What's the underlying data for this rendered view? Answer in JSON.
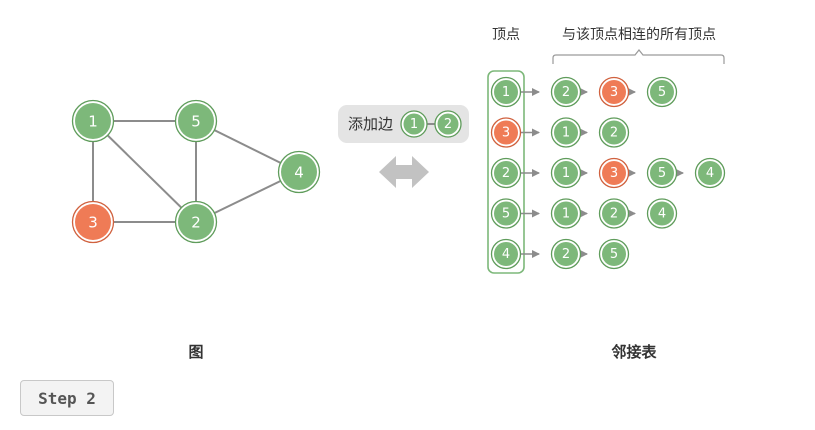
{
  "colors": {
    "node_fill": "#7db87a",
    "node_ring": "#5f9c5b",
    "highlight_fill": "#ef7b56",
    "highlight_ring": "#d0613e",
    "edge": "#8c8c8c",
    "op_bg": "#e4e4e4",
    "double_arrow": "#c2c2c2",
    "bracket": "#7db87a",
    "text_on_node": "#ffffff"
  },
  "graph": {
    "nodes": [
      {
        "id": "1",
        "highlight": false
      },
      {
        "id": "5",
        "highlight": false
      },
      {
        "id": "4",
        "highlight": false
      },
      {
        "id": "3",
        "highlight": true
      },
      {
        "id": "2",
        "highlight": false
      }
    ],
    "edges": [
      [
        "1",
        "5"
      ],
      [
        "1",
        "3"
      ],
      [
        "1",
        "2"
      ],
      [
        "5",
        "2"
      ],
      [
        "5",
        "4"
      ],
      [
        "3",
        "2"
      ],
      [
        "2",
        "4"
      ]
    ]
  },
  "operation": {
    "label": "添加边",
    "from": "1",
    "to": "2"
  },
  "adjacency": {
    "header_vertex": "顶点",
    "header_neighbors": "与该顶点相连的所有顶点",
    "rows": [
      {
        "vertex": "1",
        "highlight": false,
        "neighbors": [
          {
            "id": "2",
            "highlight": false
          },
          {
            "id": "3",
            "highlight": true
          },
          {
            "id": "5",
            "highlight": false
          }
        ]
      },
      {
        "vertex": "3",
        "highlight": true,
        "neighbors": [
          {
            "id": "1",
            "highlight": false
          },
          {
            "id": "2",
            "highlight": false
          }
        ]
      },
      {
        "vertex": "2",
        "highlight": false,
        "neighbors": [
          {
            "id": "1",
            "highlight": false
          },
          {
            "id": "3",
            "highlight": true
          },
          {
            "id": "5",
            "highlight": false
          },
          {
            "id": "4",
            "highlight": false
          }
        ]
      },
      {
        "vertex": "5",
        "highlight": false,
        "neighbors": [
          {
            "id": "1",
            "highlight": false
          },
          {
            "id": "2",
            "highlight": false
          },
          {
            "id": "4",
            "highlight": false
          }
        ]
      },
      {
        "vertex": "4",
        "highlight": false,
        "neighbors": [
          {
            "id": "2",
            "highlight": false
          },
          {
            "id": "5",
            "highlight": false
          }
        ]
      }
    ]
  },
  "captions": {
    "graph": "图",
    "adjacency": "邻接表"
  },
  "step_label": "Step 2"
}
